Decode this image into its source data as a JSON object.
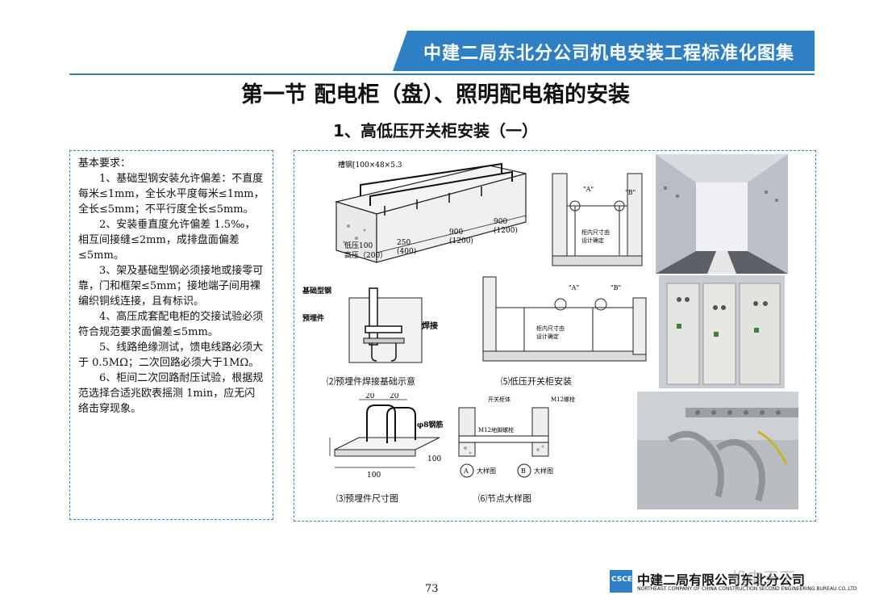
{
  "header": {
    "banner_title": "中建二局东北分公司机电安装工程标准化图集",
    "section_title": "第一节  配电柜（盘）、照明配电箱的安装",
    "subsection_title": "1、高低压开关柜安装（一）"
  },
  "requirements": {
    "heading": "基本要求：",
    "items": [
      "1、基础型钢安装允许偏差：不直度每米≤1mm，全长水平度每米≤1mm，全长≤5mm；不平行度全长≤5mm。",
      "2、安装垂直度允许偏差 1.5‰，相互间接缝≤2mm，成排盘面偏差≤5mm。",
      "3、架及基础型钢必须接地或接零可靠，门和框架≤5mm；接地端子间用裸编织铜线连接，且有标识。",
      "4、高压成套配电柜的交接试验必须符合规范要求面偏差≤5mm。",
      "5、线路绝缘测试，馈电线路必须大于 0.5MΩ；二次回路必须大于1MΩ。",
      "6、柜间二次回路耐压试验，根据规范选择合适兆欧表摇测 1min，应无闪络击穿现象。"
    ]
  },
  "figures": {
    "fig1": {
      "channel_label": "槽钢[100×48×5.3",
      "low_label": "低压100",
      "high_label": "高压（200）",
      "dim1": "250",
      "dim1b": "(400)",
      "dim2": "900",
      "dim2b": "(1200)",
      "dim3": "900",
      "dim3b": "(1200)"
    },
    "fig2": {
      "caption": "⑵预埋件焊接基础示意",
      "label_steel": "基础型钢",
      "label_embed": "预埋件",
      "label_weld": "焊接"
    },
    "fig3": {
      "caption": "⑶预埋件尺寸图",
      "dim_20a": "20",
      "dim_20b": "20",
      "dim_100a": "100",
      "dim_100b": "100",
      "label_rebar": "φ8钢筋"
    },
    "fig4": {
      "label_a": "\"A\"",
      "label_b": "\"B\"",
      "note_line1": "柜内尺寸由",
      "note_line2": "设计确定"
    },
    "fig5": {
      "caption": "⑸低压开关柜安装",
      "label_a": "\"A\"",
      "label_b": "\"B\"",
      "note_line1": "柜内尺寸由",
      "note_line2": "设计确定"
    },
    "fig6": {
      "caption": "⑹节点大样图",
      "label_top": "开关柜体",
      "label_bolt1": "M12螺栓",
      "label_bolt2": "M12地脚螺栓",
      "detail_a": "A",
      "detail_a_text": "大样图",
      "detail_b": "B",
      "detail_b_text": "大样图"
    }
  },
  "footer": {
    "page_number": "73",
    "logo_text": "CSCEC",
    "company_cn": "中建二局有限公司东北分公司",
    "company_en": "NORTHEAST COMPANY OF CHINA CONSTRUCTION SECOND ENGINEERING BUREAU CO.,LTD",
    "watermark": "机电天下"
  }
}
